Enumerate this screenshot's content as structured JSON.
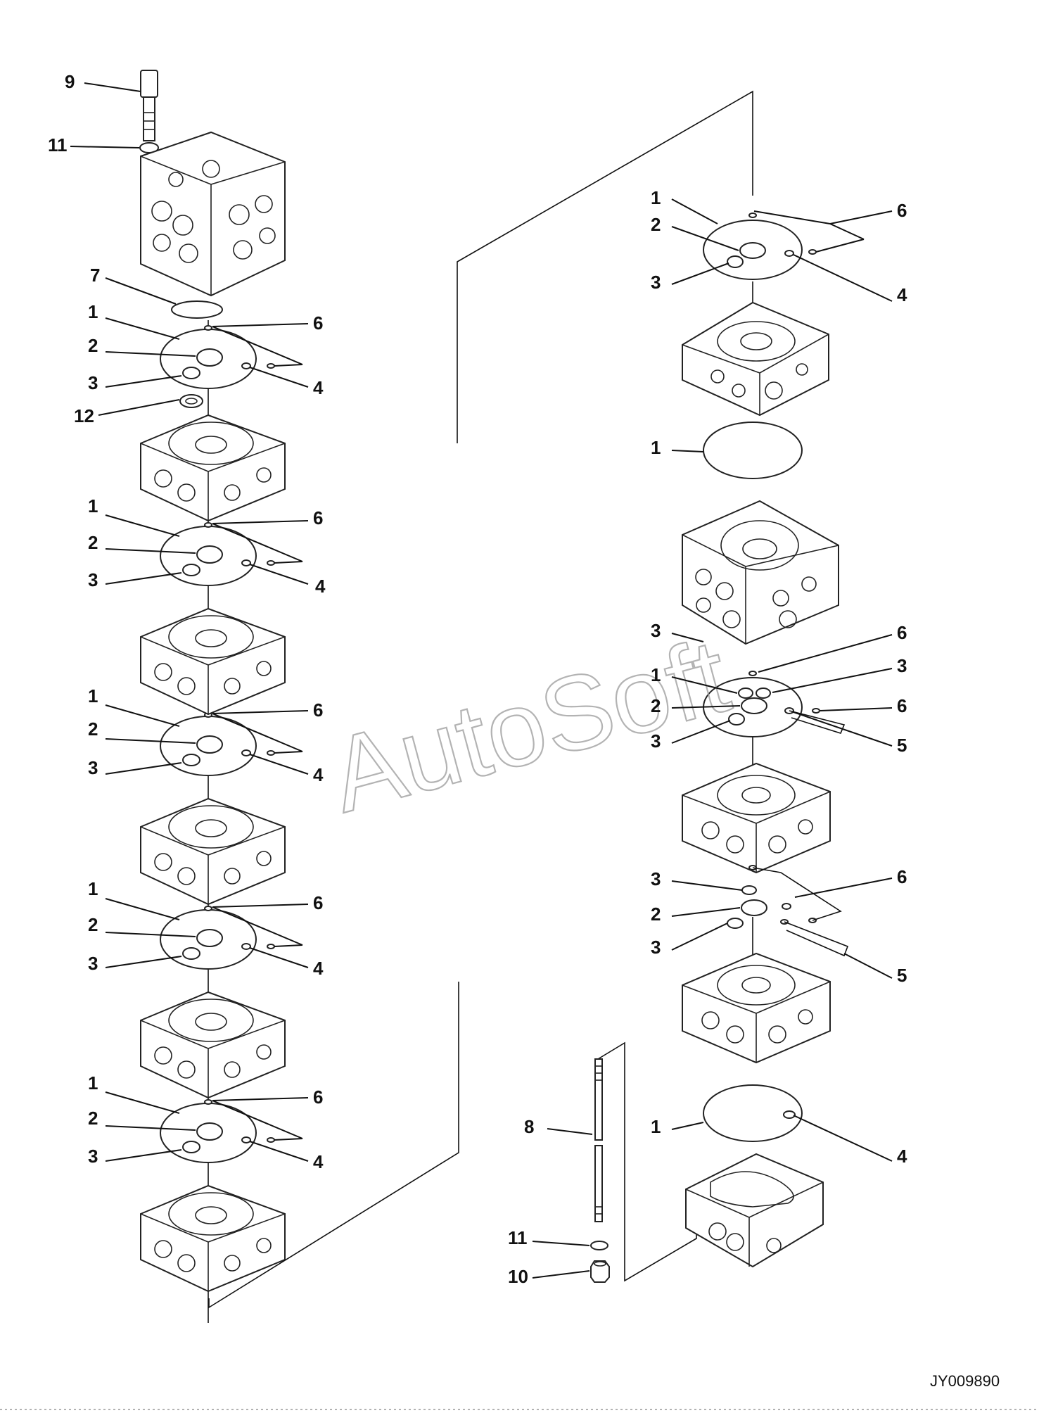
{
  "watermark": "AutoSoft",
  "drawing_code": "JY009890",
  "callouts": {
    "l9": "9",
    "l11a": "11",
    "l7": "7",
    "l12": "12",
    "s1_1": "1",
    "s1_2": "2",
    "s1_3": "3",
    "s1_4": "4",
    "s1_6": "6",
    "s2_1": "1",
    "s2_2": "2",
    "s2_3": "3",
    "s2_4": "4",
    "s2_6": "6",
    "s3_1": "1",
    "s3_2": "2",
    "s3_3": "3",
    "s3_4": "4",
    "s3_6": "6",
    "s4_1": "1",
    "s4_2": "2",
    "s4_3": "3",
    "s4_4": "4",
    "s4_6": "6",
    "s5_1": "1",
    "s5_2": "2",
    "s5_3": "3",
    "s5_4": "4",
    "s5_6": "6",
    "r1_1": "1",
    "r1_2": "2",
    "r1_3": "3",
    "r1_4": "4",
    "r1_6": "6",
    "r2_1": "1",
    "r3_3a": "3",
    "r3_1": "1",
    "r3_2": "2",
    "r3_3b": "3",
    "r3_6a": "6",
    "r3_3c": "3",
    "r3_6b": "6",
    "r3_5": "5",
    "r4_3a": "3",
    "r4_2": "2",
    "r4_3b": "3",
    "r4_6": "6",
    "r4_5": "5",
    "r5_1": "1",
    "r5_4": "4",
    "l8": "8",
    "l11b": "11",
    "l10": "10"
  }
}
